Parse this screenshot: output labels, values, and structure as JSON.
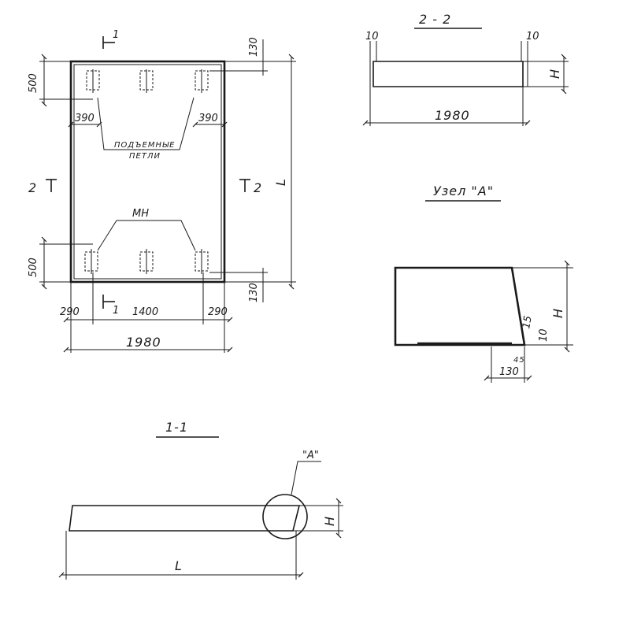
{
  "plan": {
    "section_1_mark": "1",
    "section_2_mark": "2",
    "dim_top_500": "500",
    "dim_bottom_500": "500",
    "dim_130_top": "130",
    "dim_130_bottom": "130",
    "dim_390_left": "390",
    "dim_390_right": "390",
    "dim_L": "L",
    "dim_290_left": "290",
    "dim_1400": "1400",
    "dim_290_right": "290",
    "dim_1980": "1980",
    "lifting_loops_line1": "ПОДЪЕМНЫЕ",
    "lifting_loops_line2": "ПЕТЛИ",
    "mn_label": "МН"
  },
  "section22": {
    "title": "2 - 2",
    "dim_10_left": "10",
    "dim_10_right": "10",
    "dim_H": "H",
    "dim_1980": "1980"
  },
  "nodeA": {
    "title": "Узел \"А\"",
    "dim_H": "H",
    "dim_15": "15",
    "dim_10": "10",
    "dim_45": "45",
    "dim_130": "130"
  },
  "section11": {
    "title": "1-1",
    "callout_A": "\"А\"",
    "dim_H": "H",
    "dim_L": "L"
  }
}
